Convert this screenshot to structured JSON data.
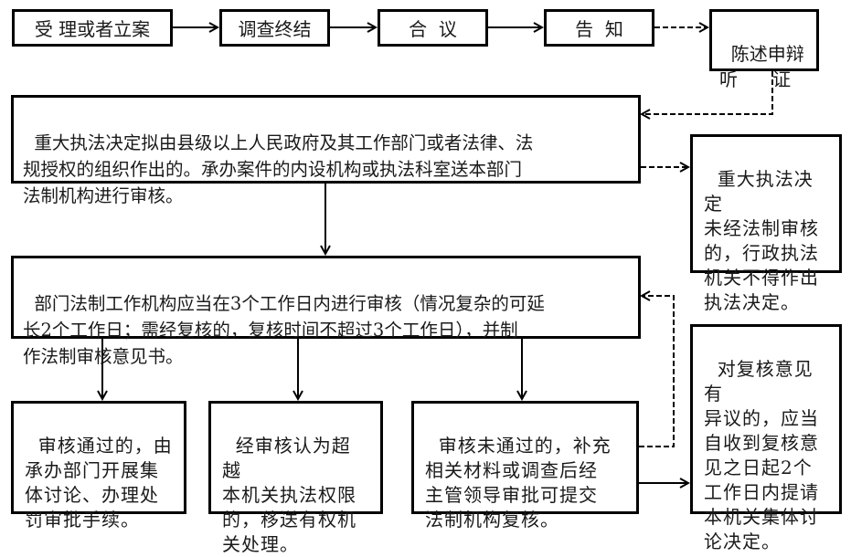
{
  "flow_top": [
    {
      "id": "accept",
      "label": "受 理或者立案"
    },
    {
      "id": "investigate",
      "label": "调查终结"
    },
    {
      "id": "deliberate",
      "label": "合  议"
    },
    {
      "id": "notify",
      "label": "告  知"
    },
    {
      "id": "hearing",
      "label": "陈述申辩\n听      证"
    }
  ],
  "major_decision": {
    "text": "重大执法决定拟由县级以上人民政府及其工作部门或者法律、法\n规授权的组织作出的。承办案件的内设机构或执法科室送本部门\n法制机构进行审核。"
  },
  "note_unreviewed": {
    "text": "重大执法决定\n未经法制审核\n的，行政执法\n机关不得作出\n执法决定。"
  },
  "legal_review": {
    "text": "部门法制工作机构应当在3个工作日内进行审核（情况复杂的可延\n长2个工作日；需经复核的，复核时间不超过3个工作日），并制\n作法制审核意见书。"
  },
  "outcomes": [
    {
      "id": "passed",
      "text": "审核通过的，由\n承办部门开展集\n体讨论、办理处\n罚审批手续。"
    },
    {
      "id": "beyond_authority",
      "text": "经审核认为超越\n本机关执法权限\n的，移送有权机\n关处理。"
    },
    {
      "id": "not_passed",
      "text": "审核未通过的，补充\n相关材料或调查后经\n主管领导审批可提交\n法制机构复核。"
    }
  ],
  "note_objection": {
    "text": "对复核意见有\n异议的，应当\n自收到复核意\n见之日起2个\n工作日内提请\n本机关集体讨\n论决定。"
  },
  "connector_styles": {
    "solid": "solid-arrow",
    "dashed": "dashed-arrow"
  }
}
